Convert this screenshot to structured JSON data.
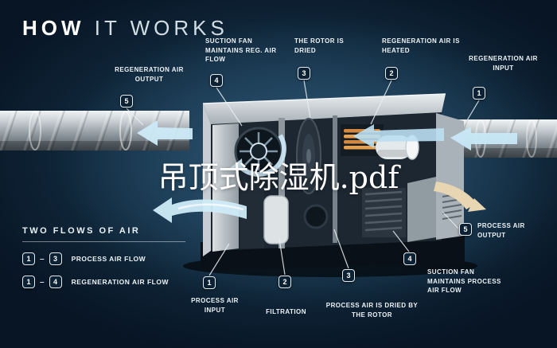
{
  "title": {
    "part1": "HOW",
    "part2": "IT WORKS"
  },
  "watermark": "吊顶式除湿机.pdf",
  "callouts": {
    "regen_output": {
      "num": "5",
      "label": "REGENERATION AIR OUTPUT"
    },
    "suction_fan_reg": {
      "num": "4",
      "label": "SUCTION FAN MAINTAINS REG. AIR FLOW"
    },
    "rotor_dried": {
      "num": "3",
      "label": "THE ROTOR IS DRIED"
    },
    "regen_heated": {
      "num": "2",
      "label": "REGENERATION AIR IS HEATED"
    },
    "regen_input": {
      "num": "1",
      "label": "REGENERATION AIR INPUT"
    },
    "process_output": {
      "num": "5",
      "label": "PROCESS AIR OUTPUT"
    },
    "process_input": {
      "num": "1",
      "label": "PROCESS AIR INPUT"
    },
    "filtration": {
      "num": "2",
      "label": "FILTRATION"
    },
    "process_dried": {
      "num": "3",
      "label": "PROCESS AIR IS DRIED BY THE ROTOR"
    },
    "suction_fan_process": {
      "num": "4",
      "label": "SUCTION FAN MAINTAINS PROCESS AIR FLOW"
    }
  },
  "legend": {
    "title": "TWO FLOWS OF AIR",
    "rows": [
      {
        "from": "1",
        "dash": "–",
        "to": "3",
        "label": "PROCESS AIR FLOW"
      },
      {
        "from": "1",
        "dash": "–",
        "to": "4",
        "label": "REGENERATION AIR FLOW"
      }
    ]
  },
  "colors": {
    "flow_blue": "#c9e9f8",
    "flow_warm": "#e8d5b1",
    "heater_orange": "#d2893f",
    "background_navy": "#0c2033"
  }
}
